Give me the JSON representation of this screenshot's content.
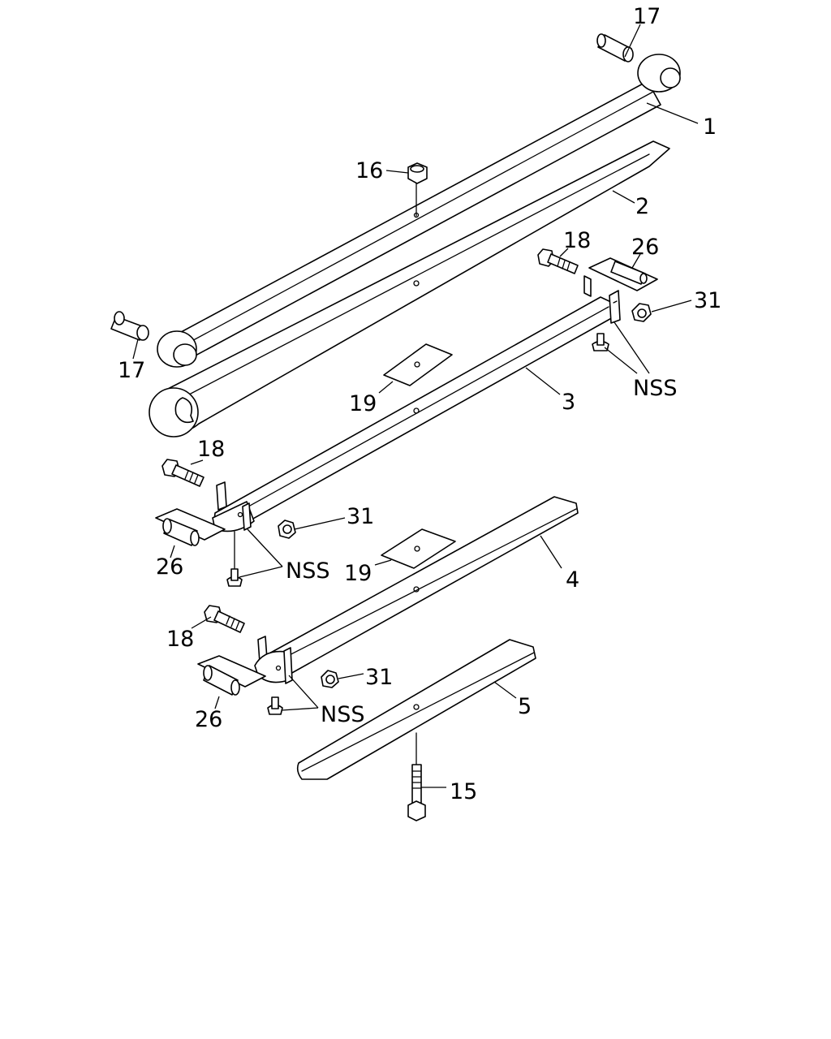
{
  "callouts": {
    "c17_top": "17",
    "c1": "1",
    "c16": "16",
    "c2": "2",
    "c18_right": "18",
    "c26_right": "26",
    "c31_right": "31",
    "c17_left": "17",
    "nss_right": "NSS",
    "c3": "3",
    "c19_upper": "19",
    "c18_mid": "18",
    "c31_mid": "31",
    "c26_mid": "26",
    "nss_mid": "NSS",
    "c19_lower": "19",
    "c4": "4",
    "c18_low": "18",
    "c31_low": "31",
    "c26_low": "26",
    "nss_low": "NSS",
    "c5": "5",
    "c15": "15"
  },
  "parts": {
    "1": "leaf-1-main-leaf-with-eyes",
    "2": "leaf-2-second-leaf-with-eye",
    "3": "leaf-3",
    "4": "leaf-4",
    "5": "leaf-5",
    "15": "center-bolt",
    "16": "center-nut",
    "17": "eye-bushing",
    "18": "clip-bolt",
    "19": "interleaf-liner",
    "26": "clip-spacer",
    "31": "clip-nut",
    "NSS": "rivet-not-serviced-separately"
  }
}
